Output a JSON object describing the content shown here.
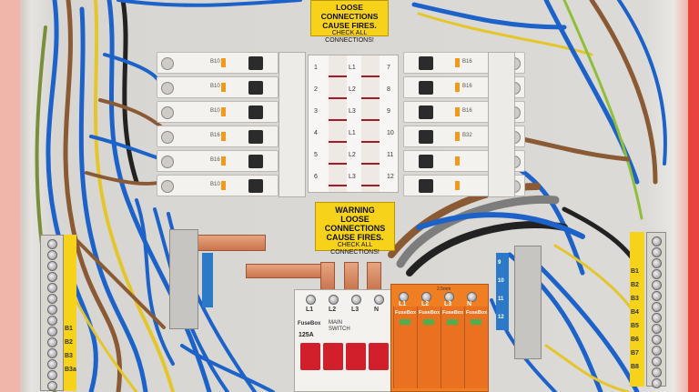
{
  "scene": {
    "warning_top": {
      "line1": "LOOSE CONNECTIONS",
      "line2": "CAUSE FIRES.",
      "line3": "CHECK ALL",
      "line4": "CONNECTIONS!"
    },
    "warning_mid": {
      "title": "WARNING",
      "line1": "LOOSE CONNECTIONS",
      "line2": "CAUSE FIRES.",
      "line3": "CHECK ALL",
      "line4": "CONNECTIONS!"
    },
    "distribution_numbers_left": [
      "1",
      "2",
      "3",
      "4",
      "5",
      "6"
    ],
    "distribution_numbers_right": [
      "7",
      "8",
      "9",
      "10",
      "11",
      "12"
    ],
    "distribution_phase_labels": [
      "L1",
      "L2",
      "L3",
      "L1",
      "L2",
      "L3"
    ],
    "left_rcbo_codes": [
      "B10",
      "B10",
      "B10",
      "B16",
      "B16",
      "B10"
    ],
    "right_rcbo_codes": [
      "B16",
      "B16",
      "B16",
      "B32",
      "",
      ""
    ],
    "left_terminal_tags": [
      "B1",
      "B2",
      "B3",
      "B3a"
    ],
    "right_terminal_tags": [
      "B1",
      "B2",
      "B3",
      "B4",
      "B5",
      "B6",
      "B7",
      "B8"
    ],
    "right_blue_numbers": [
      "9",
      "10",
      "11",
      "12"
    ],
    "main_switch": {
      "brand": "FuseBox",
      "label1": "MAIN",
      "label2": "SWITCH",
      "rating": "125A",
      "phases": [
        "L1",
        "L2",
        "L3",
        "N"
      ]
    },
    "spd": {
      "brand": "FuseBox",
      "phases": [
        "L1",
        "L2",
        "L3",
        "N"
      ],
      "top_text": "2.5mm"
    },
    "colors": {
      "wire_blue": "#1d62c9",
      "wire_brown": "#8a5a35",
      "wire_grey": "#7d7d7d",
      "wire_black": "#222222",
      "earth_green": "#8fbf3a",
      "earth_yellow": "#e4c62c",
      "warning_yellow": "#f6d21b",
      "spd_orange": "#f07e22",
      "main_switch_red": "#d11f2c",
      "copper": "#d4865d",
      "enclosure_red": "#e8433d"
    }
  }
}
